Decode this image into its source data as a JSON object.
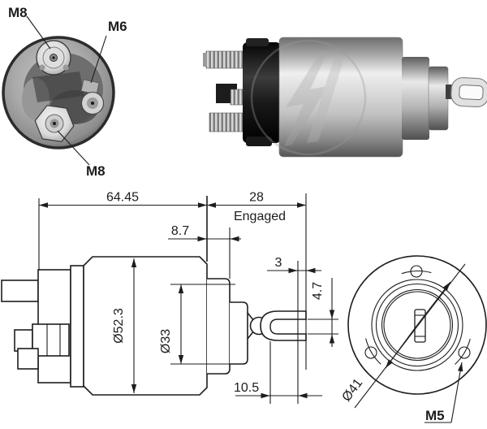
{
  "end_view": {
    "label_m8_top": "M8",
    "label_m6": "M6",
    "label_m8_bottom": "M8"
  },
  "side_drawing": {
    "dim_overall_length": "64.45",
    "dim_engaged_length": "28",
    "dim_engaged_caption": "Engaged",
    "dim_face_offset": "8.7",
    "dim_pin": "3",
    "dim_fork_slot_height": "4.7",
    "dim_body_diameter": "Ø52.3",
    "dim_pilot_diameter": "Ø33",
    "dim_fork_slot_depth": "10.5"
  },
  "flange_view": {
    "dim_bolt_circle": "Ø41",
    "label_thread": "M5"
  },
  "colors": {
    "line": "#1d1d1d",
    "background": "#ffffff"
  }
}
